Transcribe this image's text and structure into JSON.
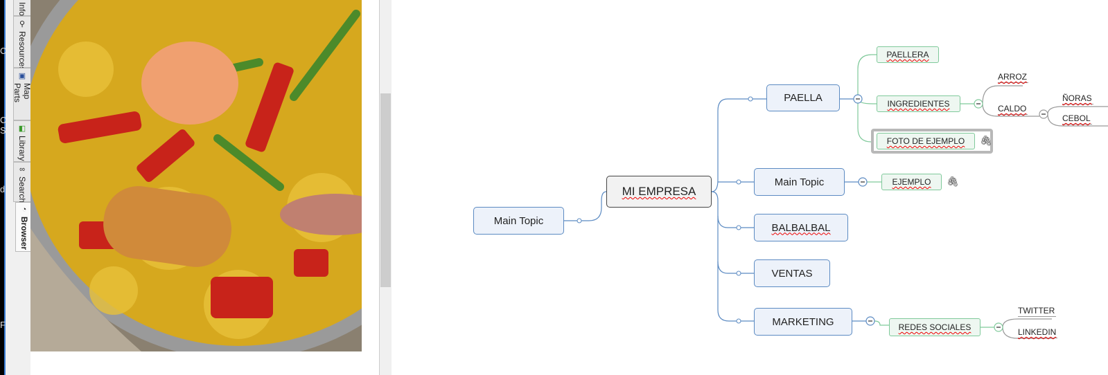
{
  "left_strip_fragments": [
    "C",
    "Co",
    "S",
    "d",
    "F"
  ],
  "side_tabs": [
    {
      "label": "Info",
      "icon": "info-icon"
    },
    {
      "label": "Resources",
      "icon": "person-icon"
    },
    {
      "label": "Map Parts",
      "icon": "map-parts-icon"
    },
    {
      "label": "Library",
      "icon": "library-icon"
    },
    {
      "label": "Search",
      "icon": "binoculars-icon"
    },
    {
      "label": "Browser",
      "icon": "browser-icon",
      "active": true
    }
  ],
  "mindmap": {
    "central": "MI EMPRESA",
    "left_topic": "Main Topic",
    "topics": [
      "PAELLA",
      "Main Topic",
      "BALBALBAL",
      "VENTAS",
      "MARKETING"
    ],
    "paella_subs": [
      "PAELLERA",
      "INGREDIENTES",
      "FOTO DE EJEMPLO"
    ],
    "ingredientes_leaves": [
      "ARROZ",
      "CALDO"
    ],
    "caldo_leaves": [
      "ÑORAS",
      "CEBOL"
    ],
    "main_topic_sub": "EJEMPLO",
    "marketing_sub": "REDES SOCIALES",
    "redes_leaves": [
      "TWITTER",
      "LINKEDIN"
    ]
  },
  "colors": {
    "topic_border": "#5b8ac2",
    "sub_border": "#7fc99a",
    "connector": "#5b8ac2"
  }
}
